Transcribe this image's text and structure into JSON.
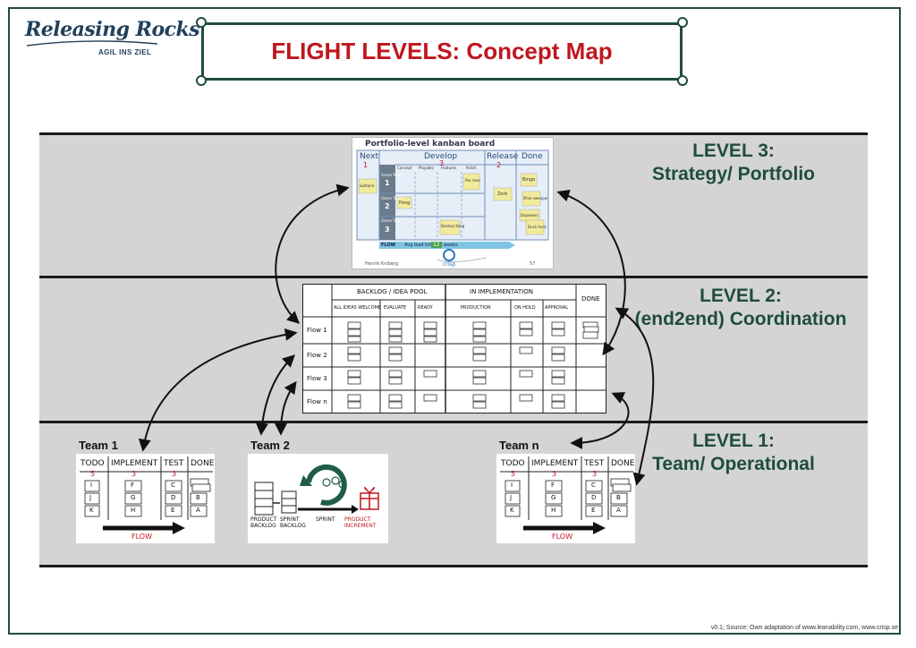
{
  "header": {
    "logo_text": "Releasing Rocks",
    "logo_tagline": "AGIL INS ZIEL",
    "title": "FLIGHT LEVELS: Concept Map"
  },
  "levels": {
    "level3": {
      "line1": "LEVEL 3:",
      "line2": "Strategy/ Portfolio"
    },
    "level2": {
      "line1": "LEVEL 2:",
      "line2": "(end2end) Coordination"
    },
    "level1": {
      "line1": "LEVEL 1:",
      "line2": "Team/ Operational"
    }
  },
  "portfolio_board": {
    "title": "Portfolio-level kanban board",
    "columns": {
      "next": "Next",
      "develop": "Develop",
      "release": "Release",
      "done": "Done"
    },
    "wip": {
      "next": "1",
      "develop": "3",
      "release": "2"
    },
    "sub_columns": [
      "Concept",
      "Playable",
      "Features",
      "Polish"
    ],
    "teams": [
      {
        "label": "Game Team",
        "num": "1"
      },
      {
        "label": "Game Team",
        "num": "2"
      },
      {
        "label": "Game Team",
        "num": "3"
      }
    ],
    "notes": {
      "next": "Solitaire",
      "pong": "Pong",
      "pacman": "Pac man",
      "donkey": "Donkey Kong",
      "zork": "Zork",
      "bingo": "Bingo",
      "mine": "Mine sweeper",
      "dopewars": "Dopewars",
      "duck": "Duck hunt"
    },
    "flow_label": "FLOW",
    "lead_time_prefix": "Avg lead time:",
    "lead_time_value": "12",
    "lead_time_suffix": "weeks",
    "author": "Henrik Kniberg",
    "brand": "crisp",
    "page_num": "57"
  },
  "coordination_board": {
    "group1": "BACKLOG / IDEA POOL",
    "group2": "IN IMPLEMENTATION",
    "done": "DONE",
    "columns": [
      "ALL IDEAS WELCOME",
      "EVALUATE",
      "READY",
      "PRODUCTION",
      "ON HOLD",
      "APPROVAL"
    ],
    "rows": [
      "Flow 1",
      "Flow 2",
      "Flow 3",
      "Flow n"
    ]
  },
  "teams": {
    "team1": {
      "label": "Team 1",
      "headers": [
        "TODO",
        "IMPLEMENT",
        "TEST",
        "DONE"
      ],
      "wip": [
        "5",
        "3",
        "3"
      ],
      "todo": [
        "I",
        "J",
        "K"
      ],
      "impl": [
        "F",
        "G",
        "H"
      ],
      "test": [
        "C",
        "D",
        "E"
      ],
      "done": [
        "B",
        "A"
      ],
      "flow": "FLOW"
    },
    "team2": {
      "label": "Team 2",
      "product_backlog": "PRODUCT BACKLOG",
      "sprint_backlog": "SPRINT BACKLOG",
      "sprint": "SPRINT",
      "increment": "PRODUCT INCREMENT"
    },
    "teamn": {
      "label": "Team n",
      "headers": [
        "TODO",
        "IMPLEMENT",
        "TEST",
        "DONE"
      ],
      "wip": [
        "5",
        "3",
        "3"
      ],
      "todo": [
        "I",
        "J",
        "K"
      ],
      "impl": [
        "F",
        "G",
        "H"
      ],
      "test": [
        "C",
        "D",
        "E"
      ],
      "done": [
        "B",
        "A"
      ],
      "flow": "FLOW"
    }
  },
  "footer": "v0.1; Source: Own adaptation of www.leanability.com, www.crisp.se",
  "colors": {
    "title_red": "#c0161e",
    "level_green": "#1f4d3d",
    "band_gray": "#d4d4d4",
    "sticky_yellow": "#f3eb9c",
    "flow_red": "#c0161e"
  }
}
